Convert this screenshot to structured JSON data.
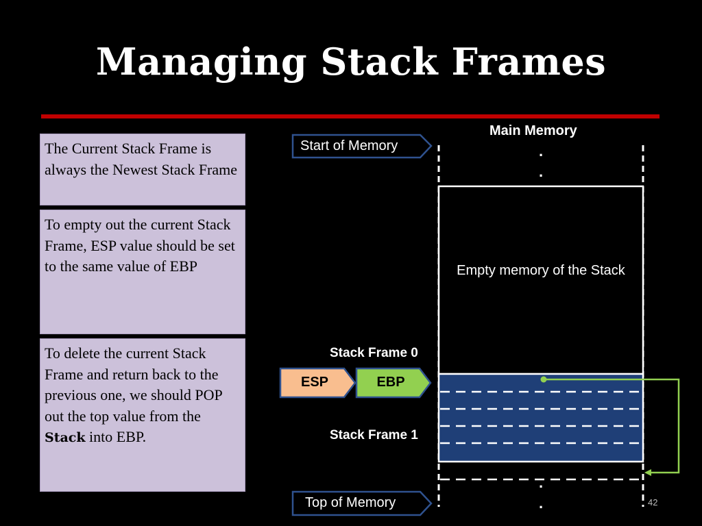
{
  "slide": {
    "title": "Managing Stack Frames",
    "number": "42"
  },
  "notes": [
    {
      "text": "The Current Stack Frame is always the Newest Stack Frame"
    },
    {
      "text": "To empty out the current Stack Frame, ESP value should be set to the same value of EBP"
    },
    {
      "text_before": "To delete the current Stack Frame and return back to the previous one, we should POP out the top value from the ",
      "text_bold": "Stack",
      "text_after": " into EBP."
    }
  ],
  "diagram": {
    "main_memory_label": "Main Memory",
    "start_of_memory": "Start of Memory",
    "top_of_memory": "Top of Memory",
    "empty_memory_label": "Empty memory of the Stack",
    "stack_frame_0": "Stack Frame 0",
    "stack_frame_1": "Stack Frame 1",
    "esp_label": "ESP",
    "ebp_label": "EBP",
    "ellipsis_dot": ".",
    "colors": {
      "title_rule": "#c00000",
      "note_fill": "#ccc1da",
      "frame_fill": "#1f3f77",
      "esp_fill": "#f9be8f",
      "ebp_fill": "#92d050",
      "pointer_line": "#92d050",
      "callout_border": "#2f528f"
    }
  }
}
